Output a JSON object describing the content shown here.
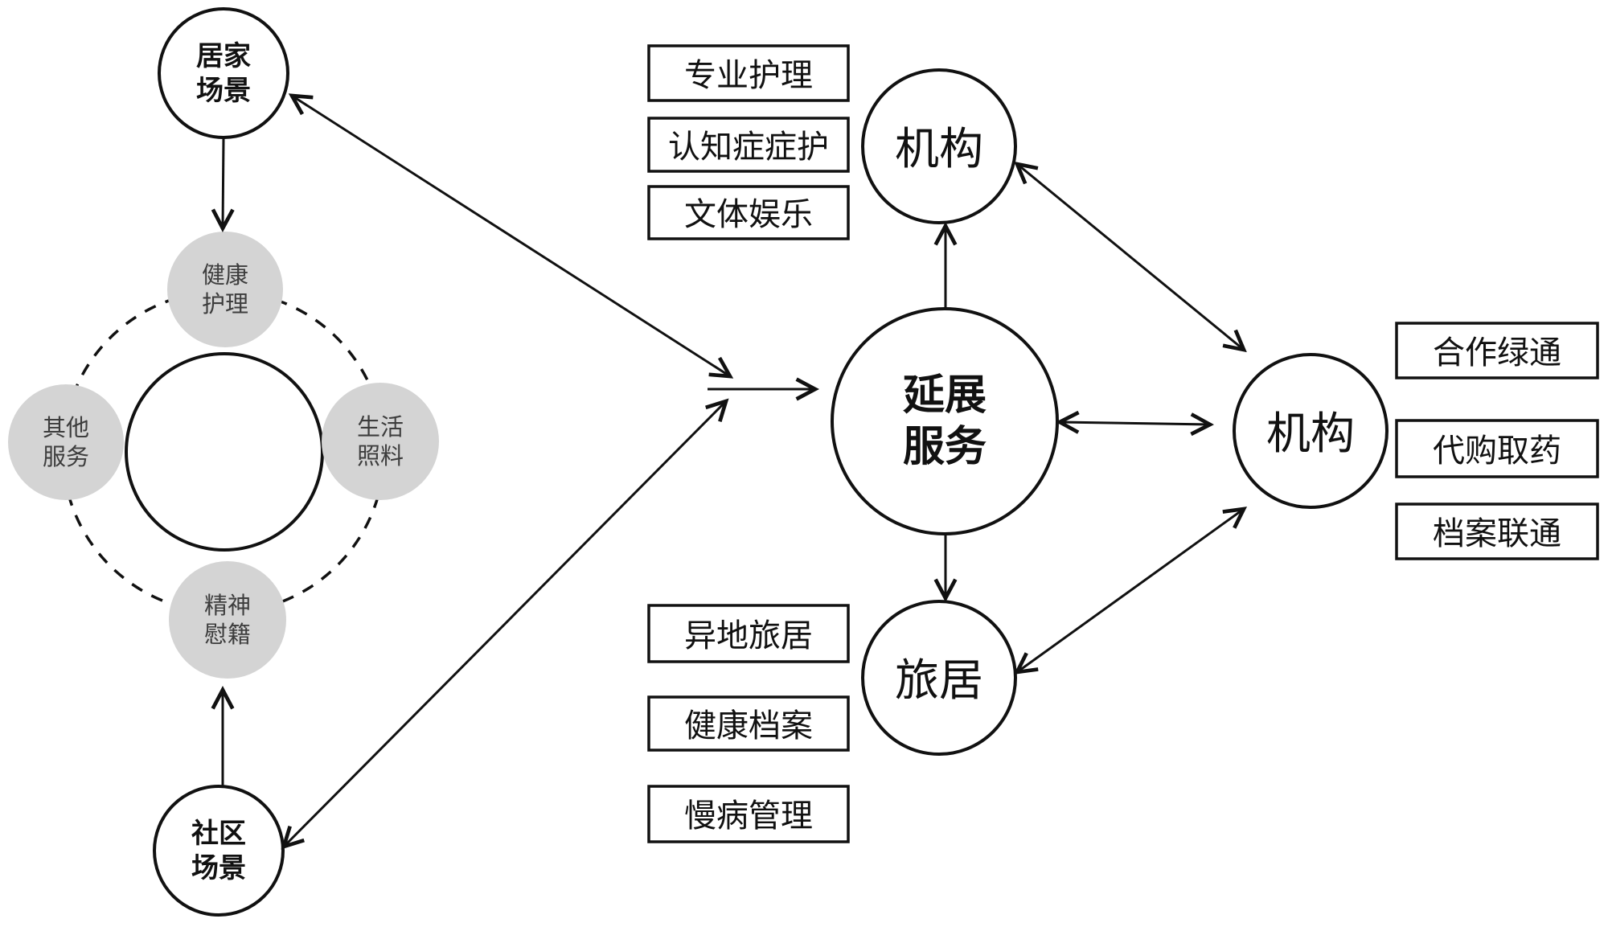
{
  "diagram_title": "",
  "left_cluster": {
    "home_scene": {
      "line1": "居家",
      "line2": "场景"
    },
    "community_scene": {
      "line1": "社区",
      "line2": "场景"
    },
    "ring": {
      "top": {
        "line1": "健康",
        "line2": "护理"
      },
      "left": {
        "line1": "其他",
        "line2": "服务"
      },
      "right": {
        "line1": "生活",
        "line2": "照料"
      },
      "bottom": {
        "line1": "精神",
        "line2": "慰籍"
      }
    }
  },
  "center_hub": {
    "line1": "延展",
    "line2": "服务"
  },
  "institution_top": {
    "label": "机构"
  },
  "institution_right": {
    "label": "机构"
  },
  "travel_node": {
    "label": "旅居"
  },
  "box_groups": {
    "top_left": [
      "专业护理",
      "认知症症护",
      "文体娱乐"
    ],
    "bottom_left": [
      "异地旅居",
      "健康档案",
      "慢病管理"
    ],
    "right": [
      "合作绿通",
      "代购取药",
      "档案联通"
    ]
  },
  "colors": {
    "background": "#ffffff",
    "stroke": "#111111",
    "gray_node_fill": "#d4d4d4",
    "gray_node_text": "#3d3d3d"
  }
}
